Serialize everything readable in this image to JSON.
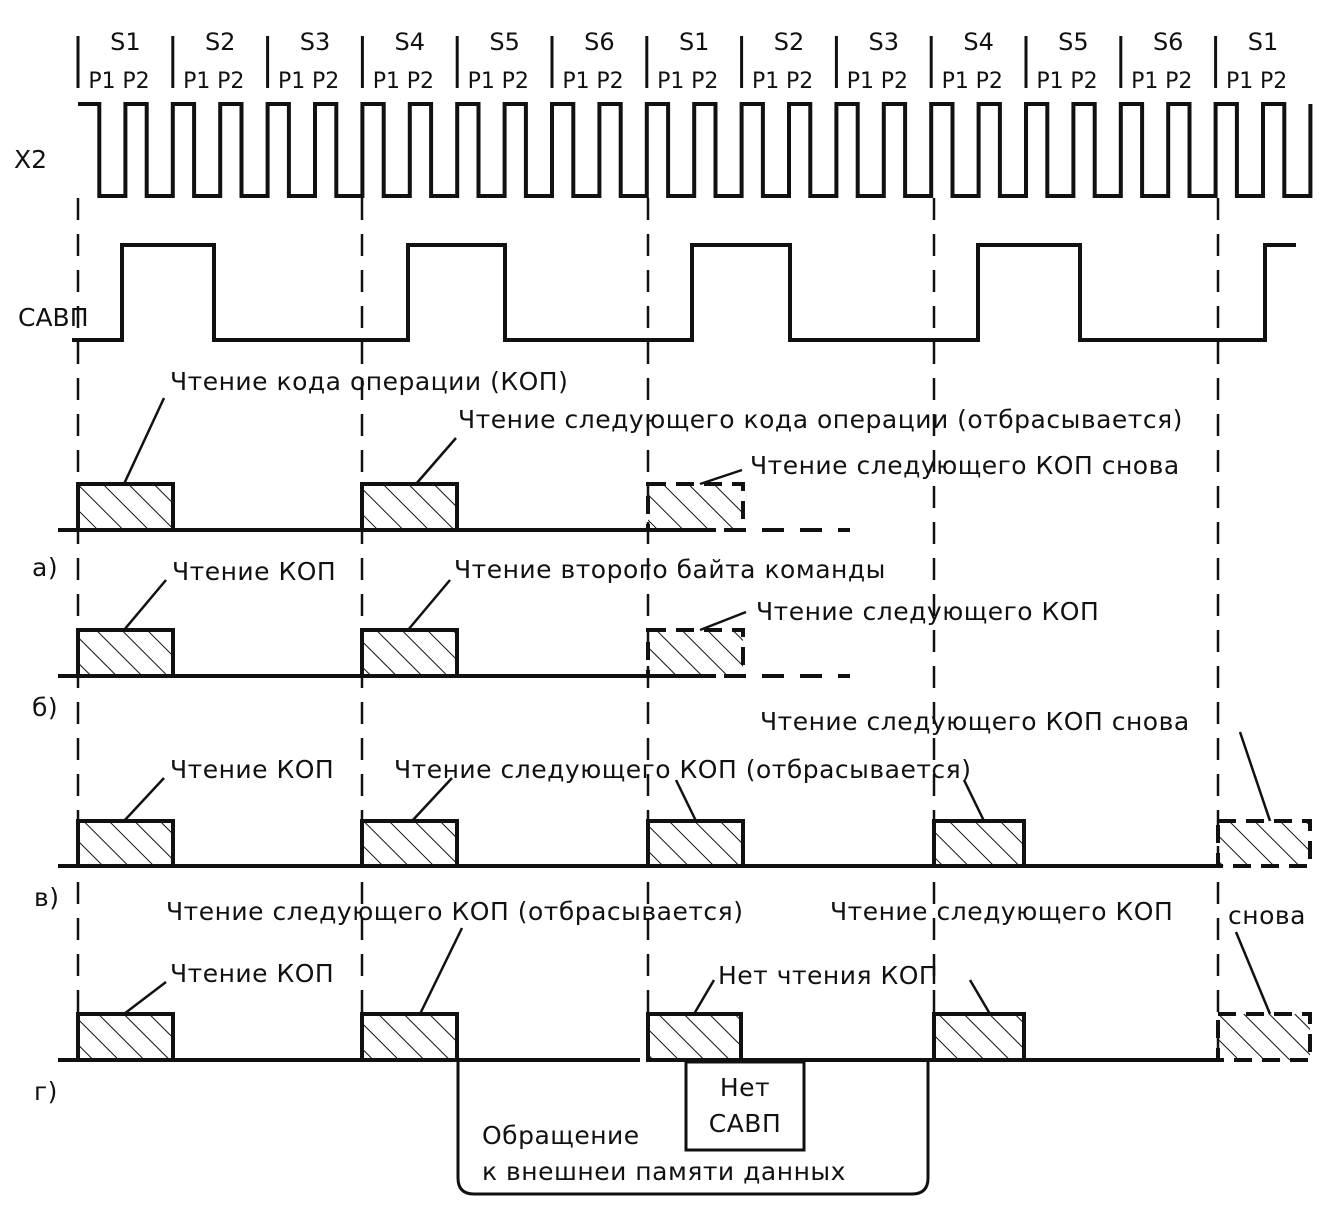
{
  "states": [
    "S1",
    "S2",
    "S3",
    "S4",
    "S5",
    "S6",
    "S1",
    "S2",
    "S3",
    "S4",
    "S5",
    "S6",
    "S1"
  ],
  "phase_labels": [
    "P1",
    "P2"
  ],
  "signals": {
    "clock": "X2",
    "ale": "САВП"
  },
  "rows": [
    {
      "tag": "а)",
      "notes": [
        "Чтение кода операции (КОП)",
        "Чтение следующего кода операции (отбрасывается)",
        "Чтение следующего КОП снова"
      ]
    },
    {
      "tag": "б)",
      "notes": [
        "Чтение КОП",
        "Чтение второго байта команды",
        "Чтение следующего КОП"
      ]
    },
    {
      "tag": "в)",
      "notes": [
        "Чтение КОП",
        "Чтение следующего КОП (отбрасывается)",
        "Чтение следующего КОП снова"
      ]
    },
    {
      "tag": "г)",
      "notes": [
        "Чтение КОП",
        "Чтение следующего КОП (отбрасывается)",
        "Чтение следующего КОП",
        "снова",
        "Нет чтения КОП"
      ],
      "no_ale": [
        "Нет",
        "САВП"
      ],
      "ext_memory": [
        "Обращение",
        "к внешнеи памяти данных"
      ]
    }
  ],
  "colors": {
    "ink": "#111111",
    "paper": "#ffffff"
  }
}
